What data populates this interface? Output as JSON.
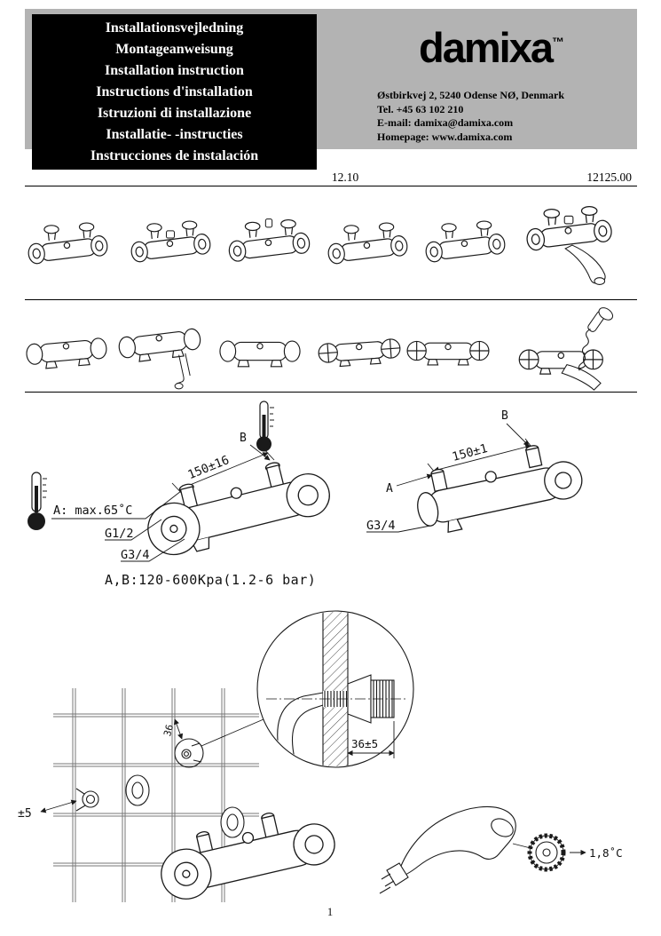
{
  "header": {
    "languages": [
      "Installationsvejledning",
      "Montageanweisung",
      "Installation instruction",
      "Instructions d'installation",
      "Istruzioni di installazione",
      "Installatie- -instructies",
      "Instrucciones de instalación"
    ],
    "brand": "damixa",
    "trademark": "™",
    "contact": {
      "address": "Østbirkvej 2, 5240 Odense NØ, Denmark",
      "tel": "Tel. +45 63 102 210",
      "email": "E-mail: damixa@damixa.com",
      "homepage": "Homepage: www.damixa.com"
    },
    "revision": "12.10",
    "document_number": "12125.00"
  },
  "diagrams": {
    "left": {
      "b": "B",
      "dim": "150±16",
      "temp": "A: max.65˚C",
      "thread1": "G1/2",
      "thread2": "G3/4"
    },
    "right": {
      "b": "B",
      "dim": "150±1",
      "a": "A",
      "thread": "G3/4"
    },
    "pressure_note": "A,B:120-600Kpa(1.2-6 bar)"
  },
  "install": {
    "detail_dim": "36",
    "depth_dim": "36±5",
    "offset_dim": "±5",
    "temp_step": "1,8˚C"
  },
  "footer": {
    "page": "1"
  }
}
